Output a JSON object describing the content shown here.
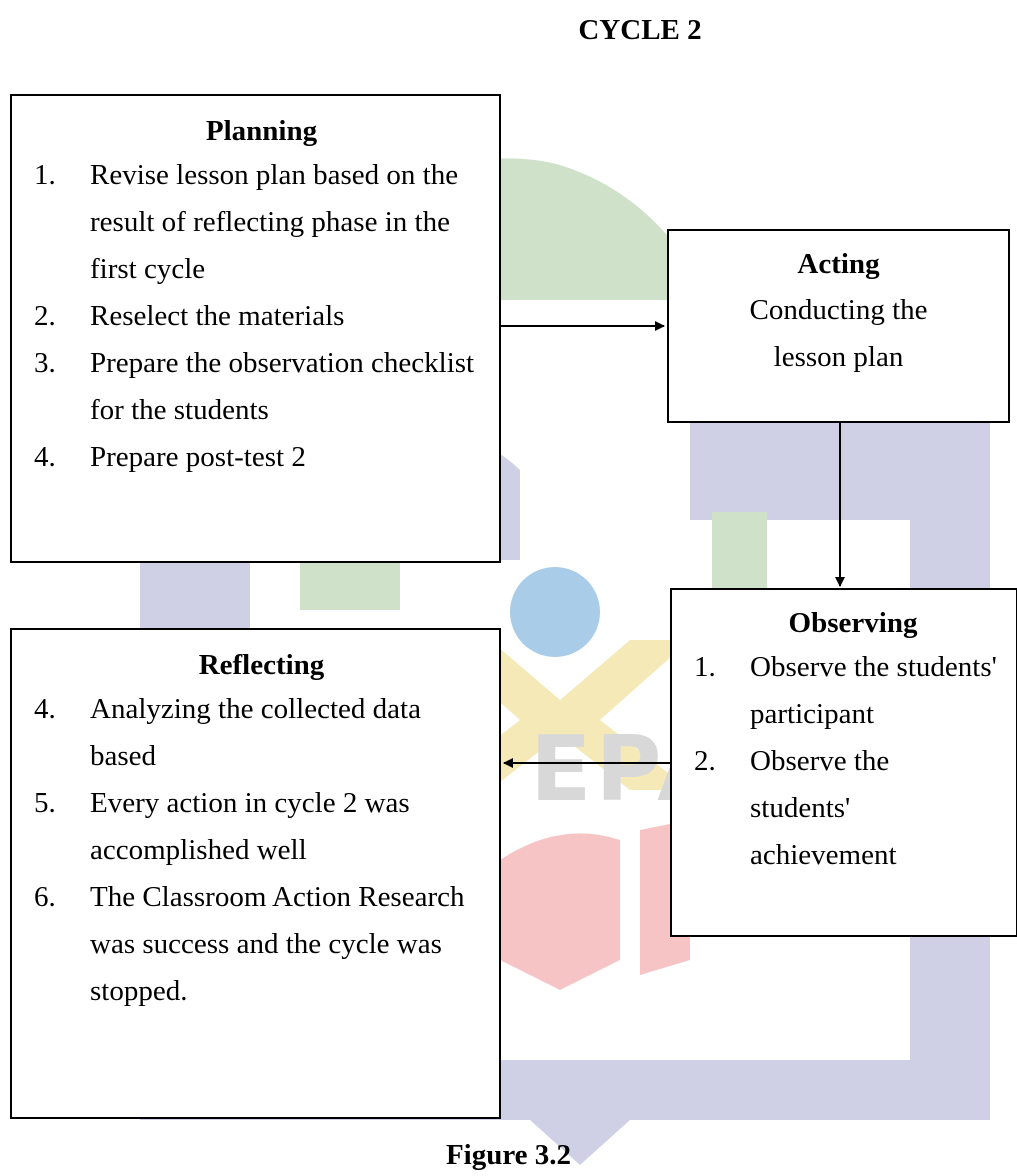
{
  "title": "CYCLE 2",
  "caption": "Figure 3.2",
  "watermark_text": "EPARE",
  "colors": {
    "watermark_green": "#cfe2c9",
    "watermark_purple": "#cfcfe6",
    "watermark_yellow": "#f5e9b8",
    "watermark_red": "#f6c4c4",
    "watermark_blue": "#a9cce8",
    "watermark_text": "#d8d8d8"
  },
  "planning": {
    "title": "Planning",
    "items": [
      {
        "num": "1.",
        "text": "Revise lesson plan based on the result of reflecting phase in the first cycle"
      },
      {
        "num": "2.",
        "text": "Reselect the materials"
      },
      {
        "num": "3.",
        "text": "Prepare the observation checklist for the students"
      },
      {
        "num": "4.",
        "text": "Prepare post-test 2"
      }
    ]
  },
  "acting": {
    "title": "Acting",
    "text": "Conducting the lesson plan"
  },
  "observing": {
    "title": "Observing",
    "items": [
      {
        "num": "1.",
        "text": "Observe the students' participant"
      },
      {
        "num": "2.",
        "text": "Observe the students' achievement"
      }
    ]
  },
  "reflecting": {
    "title": "Reflecting",
    "items": [
      {
        "num": "4.",
        "text": "Analyzing the collected data based"
      },
      {
        "num": "5.",
        "text": "Every action in cycle 2 was accomplished well"
      },
      {
        "num": "6.",
        "text": "The Classroom Action Research was success and the cycle was stopped."
      }
    ]
  }
}
